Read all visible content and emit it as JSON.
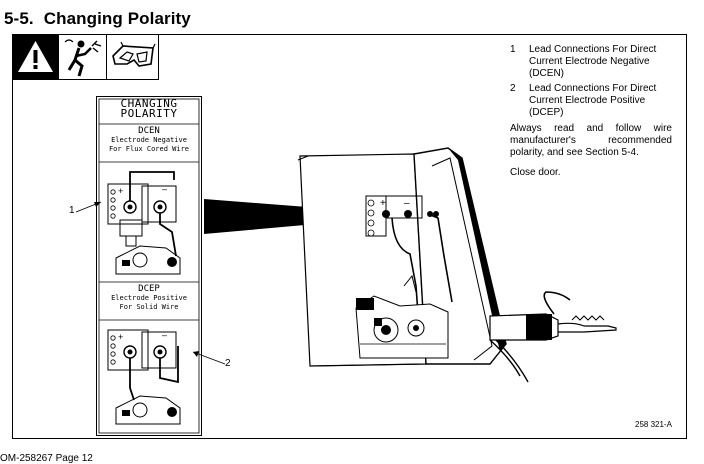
{
  "heading": {
    "number": "5-5.",
    "title": "Changing Polarity"
  },
  "panel": {
    "title_line1": "CHANGING",
    "title_line2": "POLARITY",
    "dcen": {
      "title": "DCEN",
      "line1": "Electrode Negative",
      "line2": "For Flux Cored Wire"
    },
    "dcep": {
      "title": "DCEP",
      "line1": "Electrode Positive",
      "line2": "For Solid Wire"
    }
  },
  "callouts": {
    "c1": "1",
    "c2": "2"
  },
  "notes": [
    {
      "num": "1",
      "text": "Lead Connections For Direct Current Electrode Negative (DCEN)"
    },
    {
      "num": "2",
      "text": "Lead Connections For Direct Current Electrode Positive (DCEP)"
    }
  ],
  "paragraph": "Always read and follow wire manufacturer's recommended polarity, and see Section 5-4.",
  "paragraph2": "Close door.",
  "figure_number": "258 321-A",
  "footer": "OM-258267 Page 12",
  "icons": [
    "warning-triangle-icon",
    "electric-shock-icon",
    "safety-glasses-icon"
  ]
}
